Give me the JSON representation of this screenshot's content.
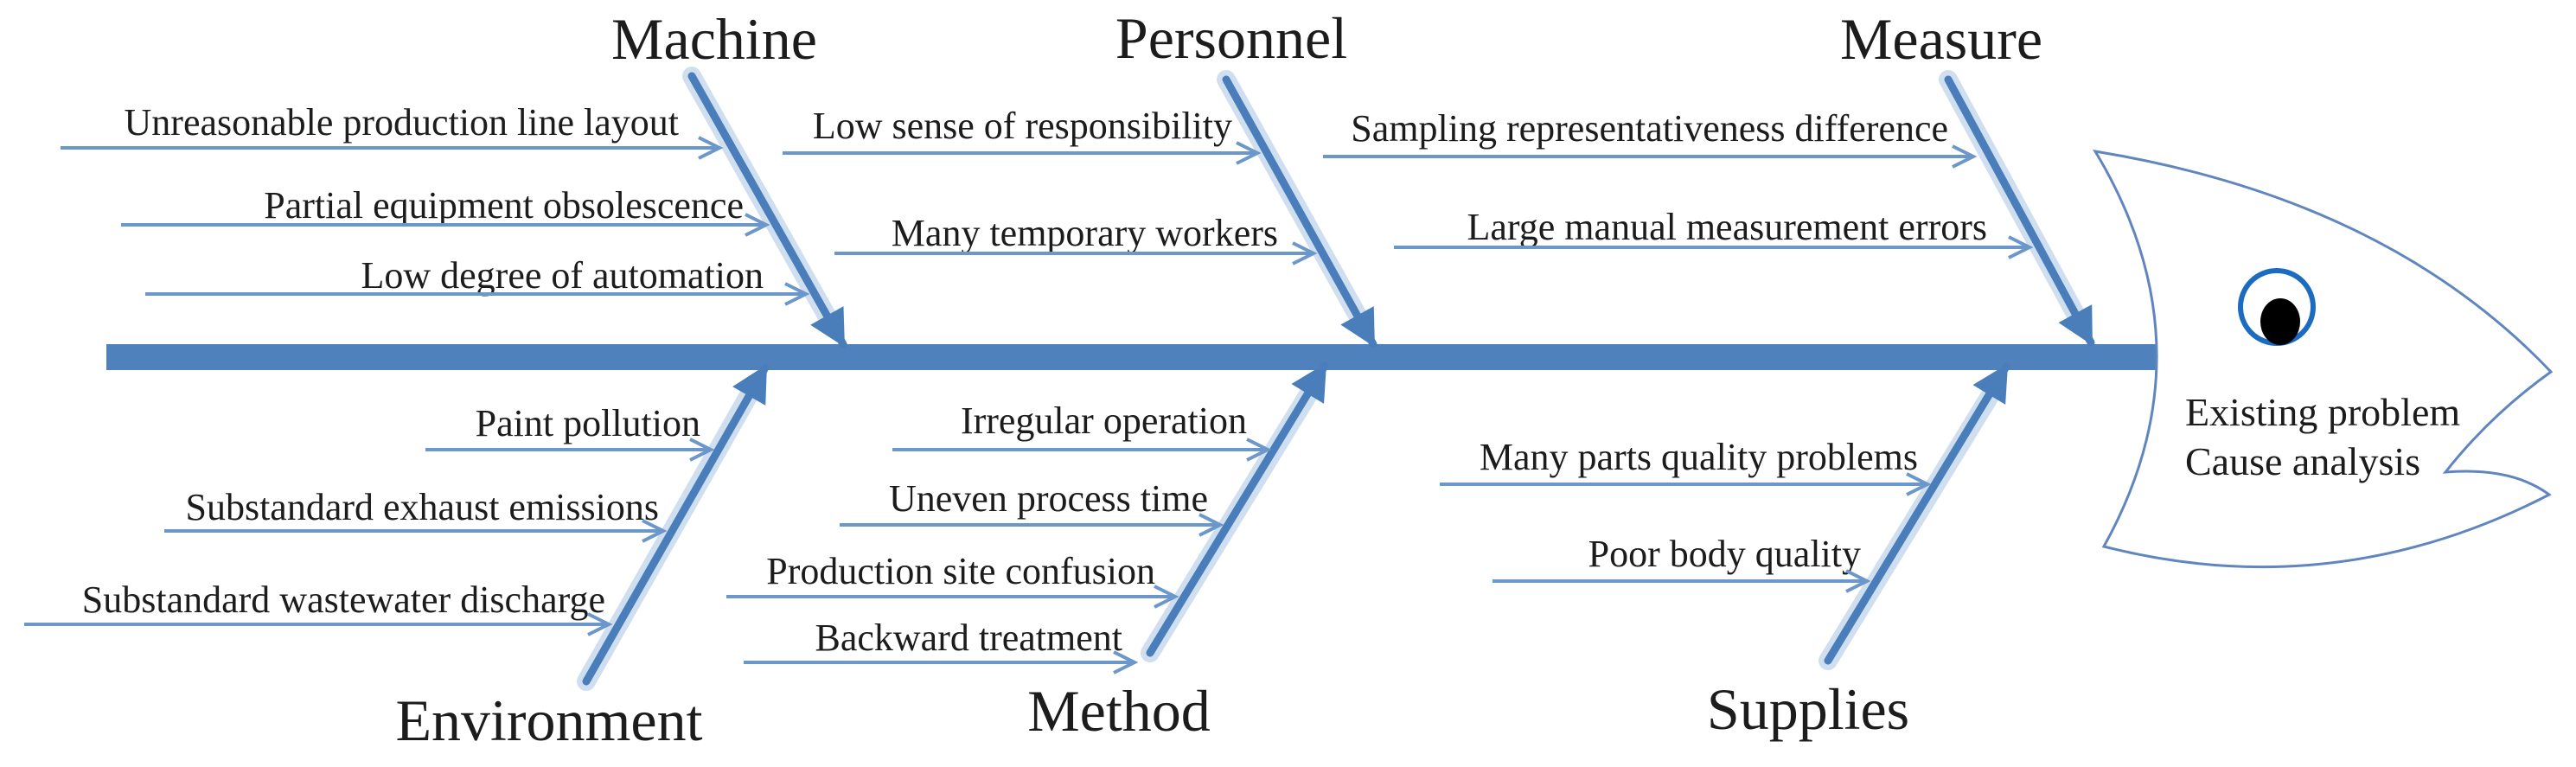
{
  "diagram": {
    "type": "fishbone-cause-effect",
    "head": {
      "problem_line1": "Existing problem",
      "problem_line2": "Cause analysis"
    },
    "branches": {
      "machine": {
        "label": "Machine",
        "causes": [
          "Unreasonable production line layout",
          "Partial equipment obsolescence",
          "Low degree of automation"
        ]
      },
      "personnel": {
        "label": "Personnel",
        "causes": [
          "Low sense of responsibility",
          "Many temporary workers"
        ]
      },
      "measure": {
        "label": "Measure",
        "causes": [
          "Sampling representativeness difference",
          "Large manual measurement errors"
        ]
      },
      "environment": {
        "label": "Environment",
        "causes": [
          "Paint pollution",
          "Substandard exhaust emissions",
          "Substandard wastewater discharge"
        ]
      },
      "method": {
        "label": "Method",
        "causes": [
          "Irregular operation",
          "Uneven process time",
          "Production site confusion",
          "Backward treatment"
        ]
      },
      "supplies": {
        "label": "Supplies",
        "causes": [
          "Many parts quality problems",
          "Poor body quality"
        ]
      }
    },
    "colors": {
      "spine": "#4f81bd",
      "diagonal_arrow": "#4a7ebb",
      "diagonal_glow": "#a9c4e3",
      "thin_arrow": "#6b97cb",
      "head_outline": "#6186bf",
      "eye_ring": "#1b6cc0",
      "eye_pupil": "#000000",
      "text": "#1c1c1c"
    }
  }
}
